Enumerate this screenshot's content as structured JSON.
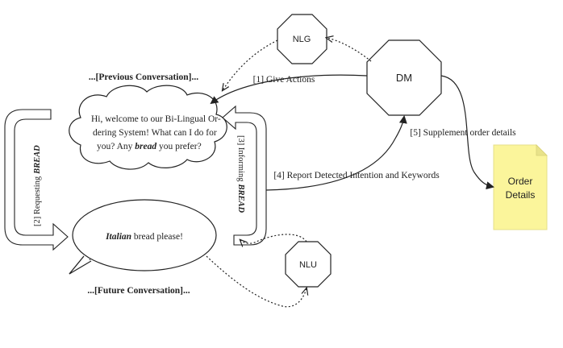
{
  "labels": {
    "previous_conversation": "...[Previous Conversation]...",
    "future_conversation": "...[Future Conversation]...",
    "give_actions": "[1] Give Actions",
    "requesting": "[2] Requesting",
    "requesting_emph": "BREAD",
    "informing": "[3] Informing",
    "informing_emph": "BREAD",
    "report": "[4] Report Detected Intention and Keywords",
    "supplement": "[5] Supplement order details"
  },
  "nodes": {
    "nlg": "NLG",
    "dm": "DM",
    "nlu": "NLU",
    "order_details_line1": "Order",
    "order_details_line2": "Details"
  },
  "bubbles": {
    "system_line1": "Hi, welcome to our Bi-Lingual Or-",
    "system_line2": "dering System! What can I do for",
    "system_line3_pre": "you? Any ",
    "system_line3_emph": "bread",
    "system_line3_post": " you prefer?",
    "user_emph": "Italian",
    "user_post": " bread please!"
  },
  "colors": {
    "note_fill": "#fbf59b",
    "note_fold": "#e9e38a",
    "stroke": "#222222"
  }
}
